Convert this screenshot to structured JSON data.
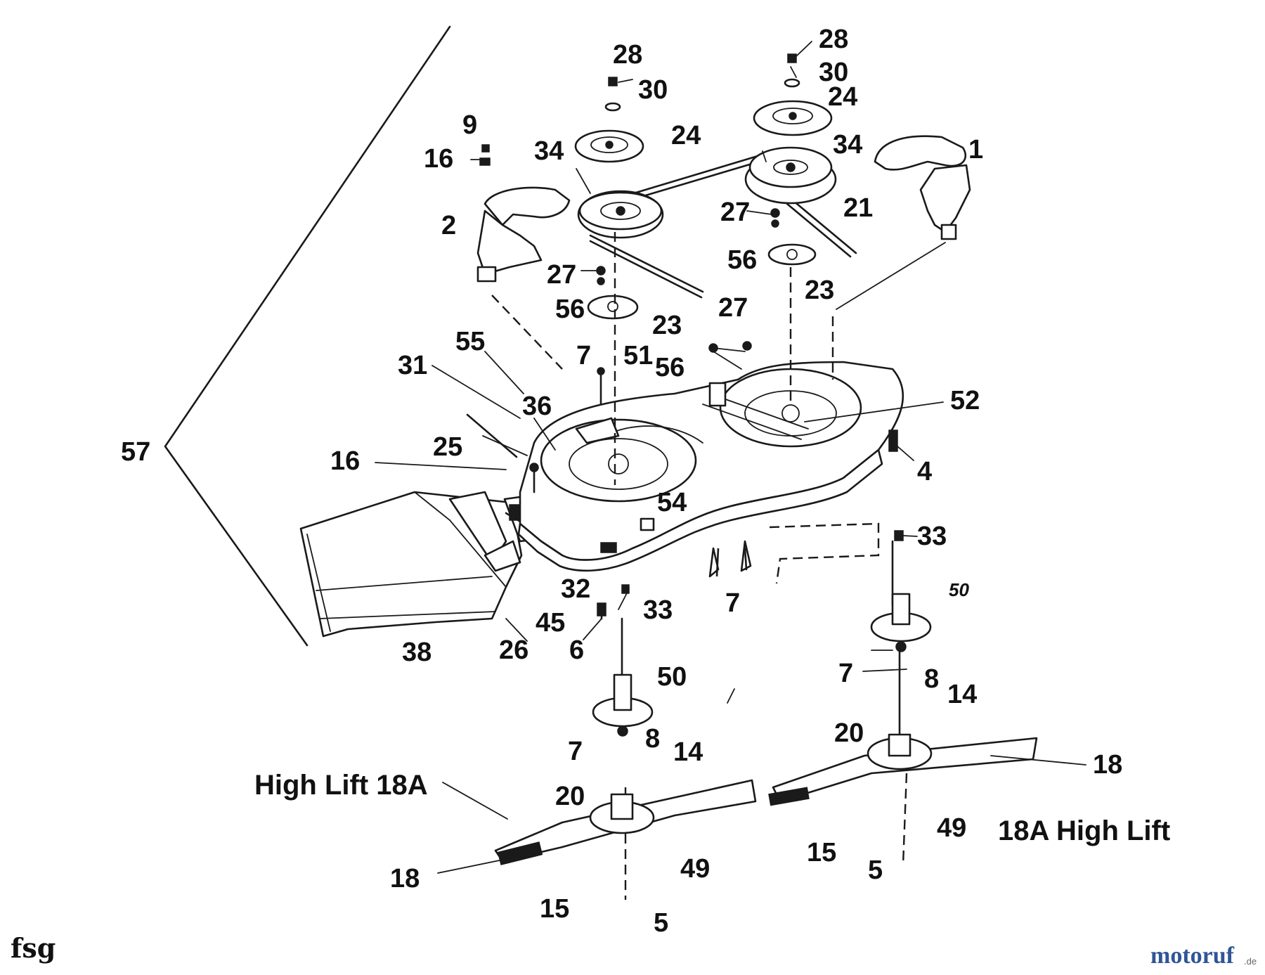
{
  "callouts": {
    "c1": "1",
    "c2": "2",
    "c4": "4",
    "c5a": "5",
    "c5b": "5",
    "c6": "6",
    "c7a": "7",
    "c7b": "7",
    "c7c": "7",
    "c7d": "7",
    "c8a": "8",
    "c8b": "8",
    "c9": "9",
    "c14a": "14",
    "c14b": "14",
    "c15a": "15",
    "c15b": "15",
    "c16a": "16",
    "c16b": "16",
    "c18a": "18",
    "c18b": "18",
    "c20a": "20",
    "c20b": "20",
    "c21": "21",
    "c23a": "23",
    "c23b": "23",
    "c24a": "24",
    "c24b": "24",
    "c25": "25",
    "c26": "26",
    "c27a": "27",
    "c27b": "27",
    "c27c": "27",
    "c28a": "28",
    "c28b": "28",
    "c30a": "30",
    "c30b": "30",
    "c31": "31",
    "c32": "32",
    "c33a": "33",
    "c33b": "33",
    "c34a": "34",
    "c34b": "34",
    "c36": "36",
    "c38": "38",
    "c45": "45",
    "c49a": "49",
    "c49b": "49",
    "c50a": "50",
    "c50b": "50",
    "c51": "51",
    "c52": "52",
    "c54": "54",
    "c55": "55",
    "c56a": "56",
    "c56b": "56",
    "c56c": "56",
    "c57": "57"
  },
  "notes": {
    "high_lift_left": "High Lift 18A",
    "high_lift_right": "18A  High Lift"
  },
  "footer": {
    "code": "fsg",
    "watermark_main": "motoruf",
    "watermark_sub": ".de"
  },
  "colors": {
    "line": "#1a1a1a",
    "watermark_a": "#2f5597",
    "watermark_b": "#c0504d",
    "watermark_c": "#4f9a3d"
  }
}
